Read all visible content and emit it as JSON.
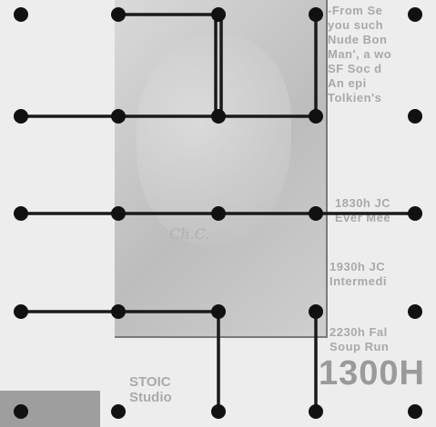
{
  "game": {
    "name": "dots-and-boxes",
    "columns": 5,
    "rows": 5,
    "dot_color": "#111111",
    "line_color": "#1a1a1a"
  },
  "grid": {
    "col_x": [
      23,
      130,
      240,
      347,
      456
    ],
    "row_y": [
      16,
      128,
      235,
      343,
      453
    ]
  },
  "dots": [
    [
      0,
      0
    ],
    [
      1,
      0
    ],
    [
      2,
      0
    ],
    [
      3,
      0
    ],
    [
      4,
      0
    ],
    [
      0,
      1
    ],
    [
      1,
      1
    ],
    [
      2,
      1
    ],
    [
      3,
      1
    ],
    [
      4,
      1
    ],
    [
      0,
      2
    ],
    [
      1,
      2
    ],
    [
      2,
      2
    ],
    [
      3,
      2
    ],
    [
      4,
      2
    ],
    [
      0,
      3
    ],
    [
      1,
      3
    ],
    [
      2,
      3
    ],
    [
      3,
      3
    ],
    [
      4,
      3
    ],
    [
      0,
      4
    ],
    [
      1,
      4
    ],
    [
      2,
      4
    ],
    [
      3,
      4
    ],
    [
      4,
      4
    ]
  ],
  "lines": [
    {
      "from": [
        1,
        0
      ],
      "to": [
        2,
        0
      ]
    },
    {
      "from": [
        2,
        0
      ],
      "to": [
        2,
        1
      ],
      "double": true
    },
    {
      "from": [
        3,
        0
      ],
      "to": [
        3,
        1
      ]
    },
    {
      "from": [
        0,
        1
      ],
      "to": [
        1,
        1
      ]
    },
    {
      "from": [
        1,
        1
      ],
      "to": [
        2,
        1
      ]
    },
    {
      "from": [
        2,
        1
      ],
      "to": [
        3,
        1
      ]
    },
    {
      "from": [
        0,
        2
      ],
      "to": [
        1,
        2
      ]
    },
    {
      "from": [
        1,
        2
      ],
      "to": [
        2,
        2
      ]
    },
    {
      "from": [
        2,
        2
      ],
      "to": [
        3,
        2
      ]
    },
    {
      "from": [
        3,
        2
      ],
      "to": [
        4,
        2
      ]
    },
    {
      "from": [
        0,
        3
      ],
      "to": [
        1,
        3
      ]
    },
    {
      "from": [
        1,
        3
      ],
      "to": [
        2,
        3
      ]
    },
    {
      "from": [
        2,
        3
      ],
      "to": [
        2,
        4
      ]
    },
    {
      "from": [
        3,
        3
      ],
      "to": [
        3,
        4
      ]
    }
  ],
  "background": {
    "column_text": "-From Se\nyou such\nNude Bon\nMan', a wo\nSF Soc d\nAn epi\nTolkien's",
    "listing_1": "1830h JC\nEver Mee",
    "listing_2": "1930h JC\nIntermedi",
    "listing_3": "2230h Fal\nSoup Run",
    "big_time": "1300H",
    "stoic": "STOIC\nStudio",
    "signature": "Ch.C."
  }
}
